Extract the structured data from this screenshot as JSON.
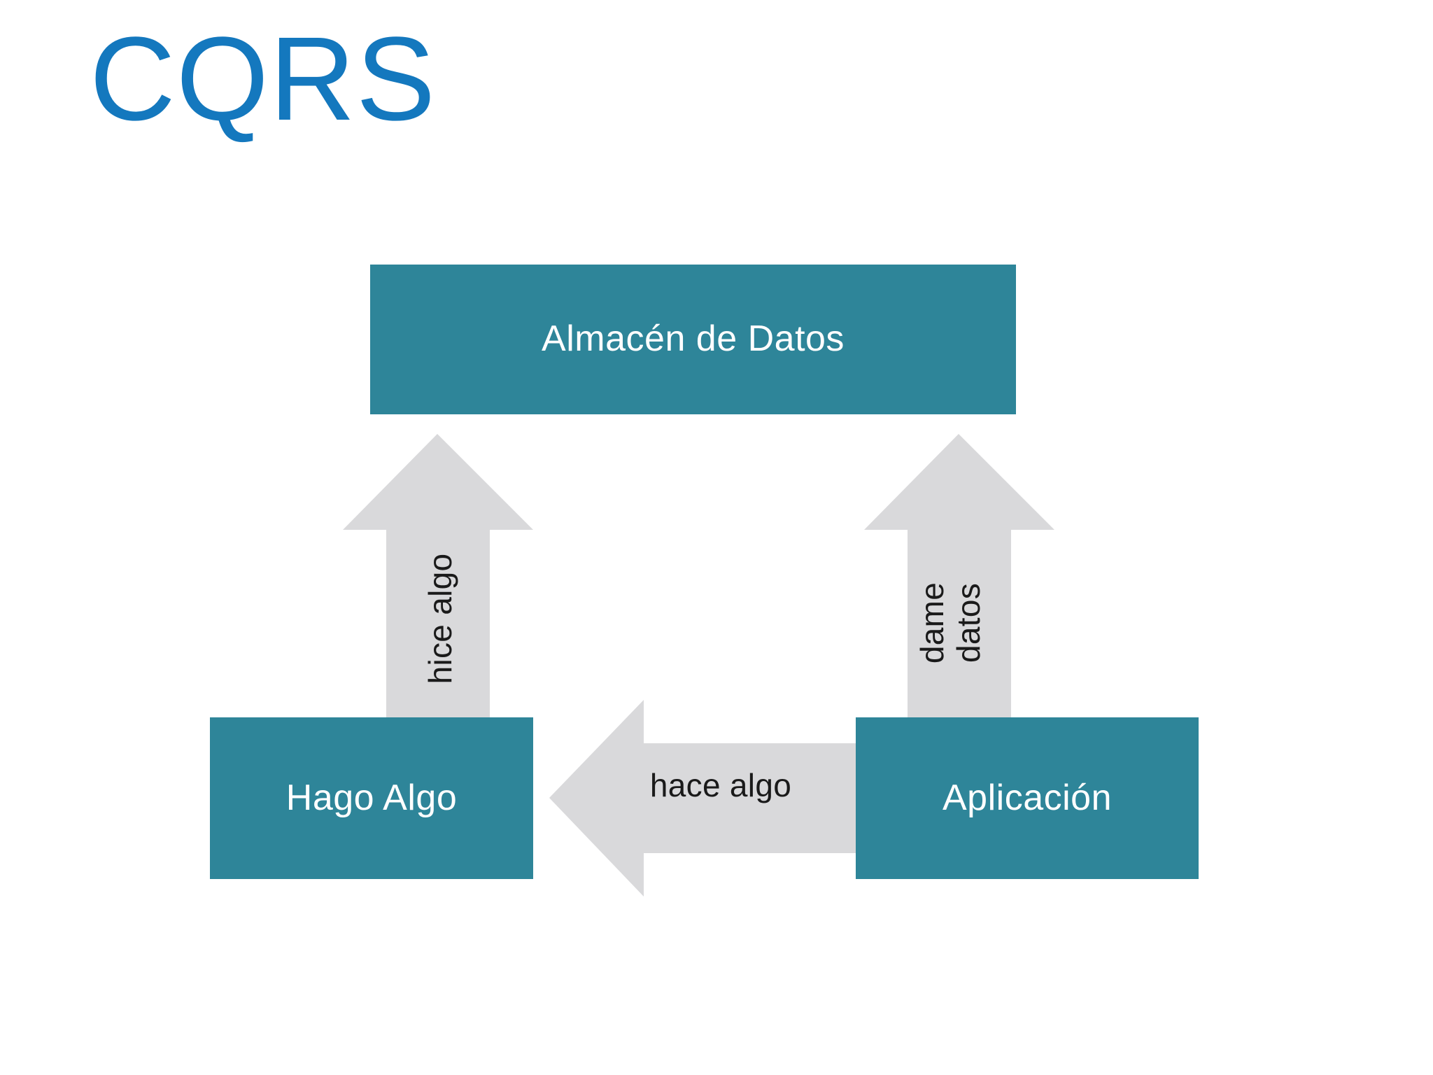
{
  "slide": {
    "title": "CQRS",
    "background_color": "#ffffff",
    "title_color": "#1478BE",
    "box_fill_color": "#2E8599",
    "box_text_color": "#ffffff",
    "arrow_fill_color": "#D9D9DB",
    "arrow_text_color": "#1a1a1a"
  },
  "diagram": {
    "nodes": [
      {
        "id": "datastore",
        "label": "Almacén de Datos"
      },
      {
        "id": "hago_algo",
        "label": "Hago Algo"
      },
      {
        "id": "aplicacion",
        "label": "Aplicación"
      }
    ],
    "arrows": [
      {
        "id": "hice_algo",
        "label": "hice algo",
        "direction": "up",
        "from": "hago_algo",
        "to": "datastore",
        "orientation": "vertical"
      },
      {
        "id": "dame_datos",
        "label": "dame datos",
        "label_lines": [
          "dame",
          "datos"
        ],
        "direction": "up",
        "from": "aplicacion",
        "to": "datastore",
        "orientation": "vertical"
      },
      {
        "id": "hace_algo",
        "label": "hace algo",
        "direction": "left",
        "from": "aplicacion",
        "to": "hago_algo",
        "orientation": "horizontal"
      }
    ]
  }
}
